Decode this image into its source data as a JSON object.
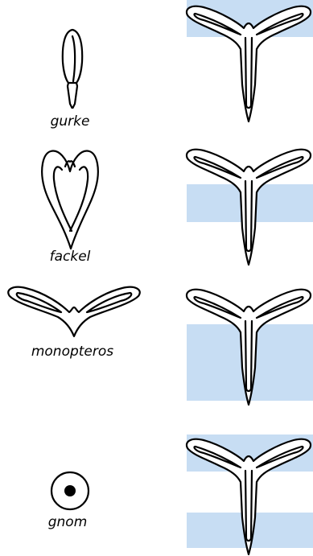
{
  "colors": {
    "band": "#C7DDF3",
    "stroke": "#000000",
    "background": "#FFFFFF"
  },
  "mutants": [
    {
      "label": "gurke"
    },
    {
      "label": "fackel"
    },
    {
      "label": "monopteros"
    },
    {
      "label": "gnom"
    }
  ]
}
